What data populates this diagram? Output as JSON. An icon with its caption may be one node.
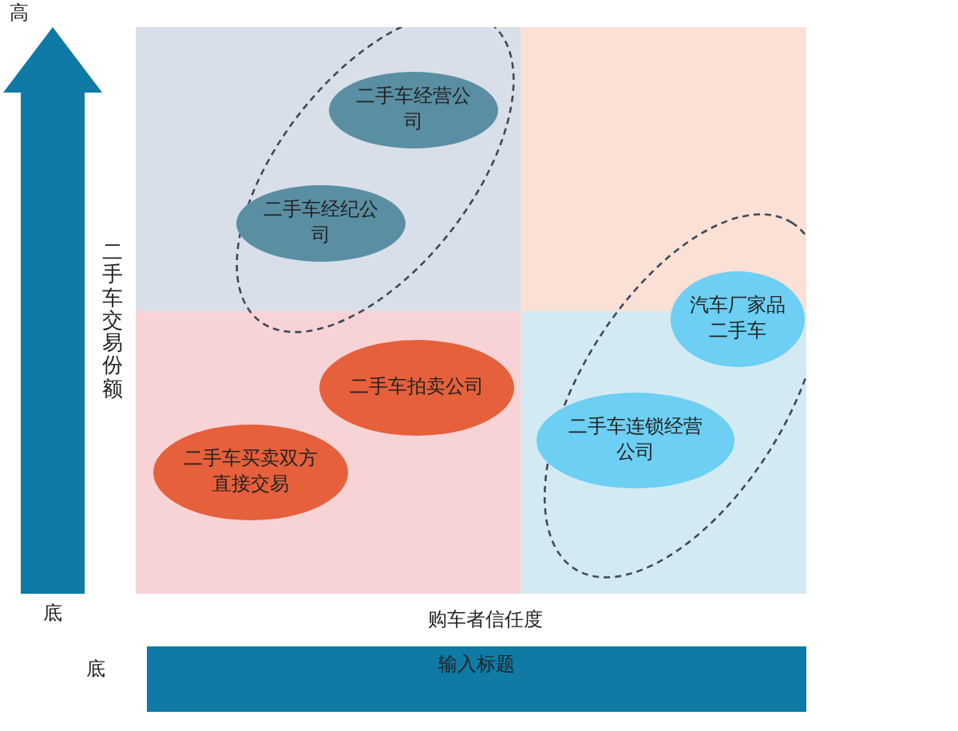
{
  "diagram": {
    "nodes": [
      {
        "text": [
          "二手车经营公司"
        ]
      },
      {
        "text": [
          "二手车经纪公司"
        ]
      },
      {
        "text": [
          "汽车厂家品二手车"
        ]
      },
      {
        "text": [
          "二手车拍卖公司"
        ]
      },
      {
        "text": [
          "二手车买卖双方直接交易"
        ]
      },
      {
        "text": [
          "二手车连锁经营公司"
        ]
      },
      {
        "text": [
          "输入标题"
        ]
      }
    ],
    "labels": [
      "高",
      "二手车交易份额",
      "底",
      "购车者信任度",
      "底"
    ]
  }
}
